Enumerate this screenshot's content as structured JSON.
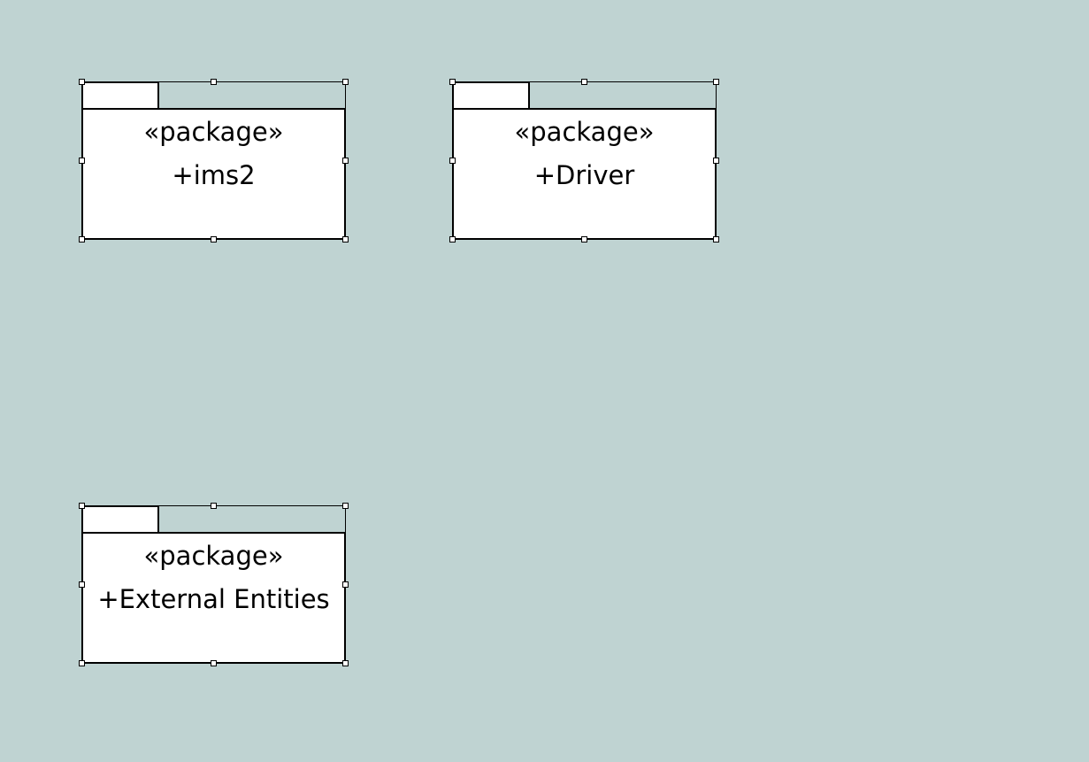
{
  "packages": [
    {
      "stereotype": "«package»",
      "name": "+ims2"
    },
    {
      "stereotype": "«package»",
      "name": "+Driver"
    },
    {
      "stereotype": "«package»",
      "name": "+External Entities"
    }
  ],
  "colors": {
    "canvas_background": "#bfd3d2",
    "package_fill": "#ffffff",
    "outline": "#000000"
  }
}
